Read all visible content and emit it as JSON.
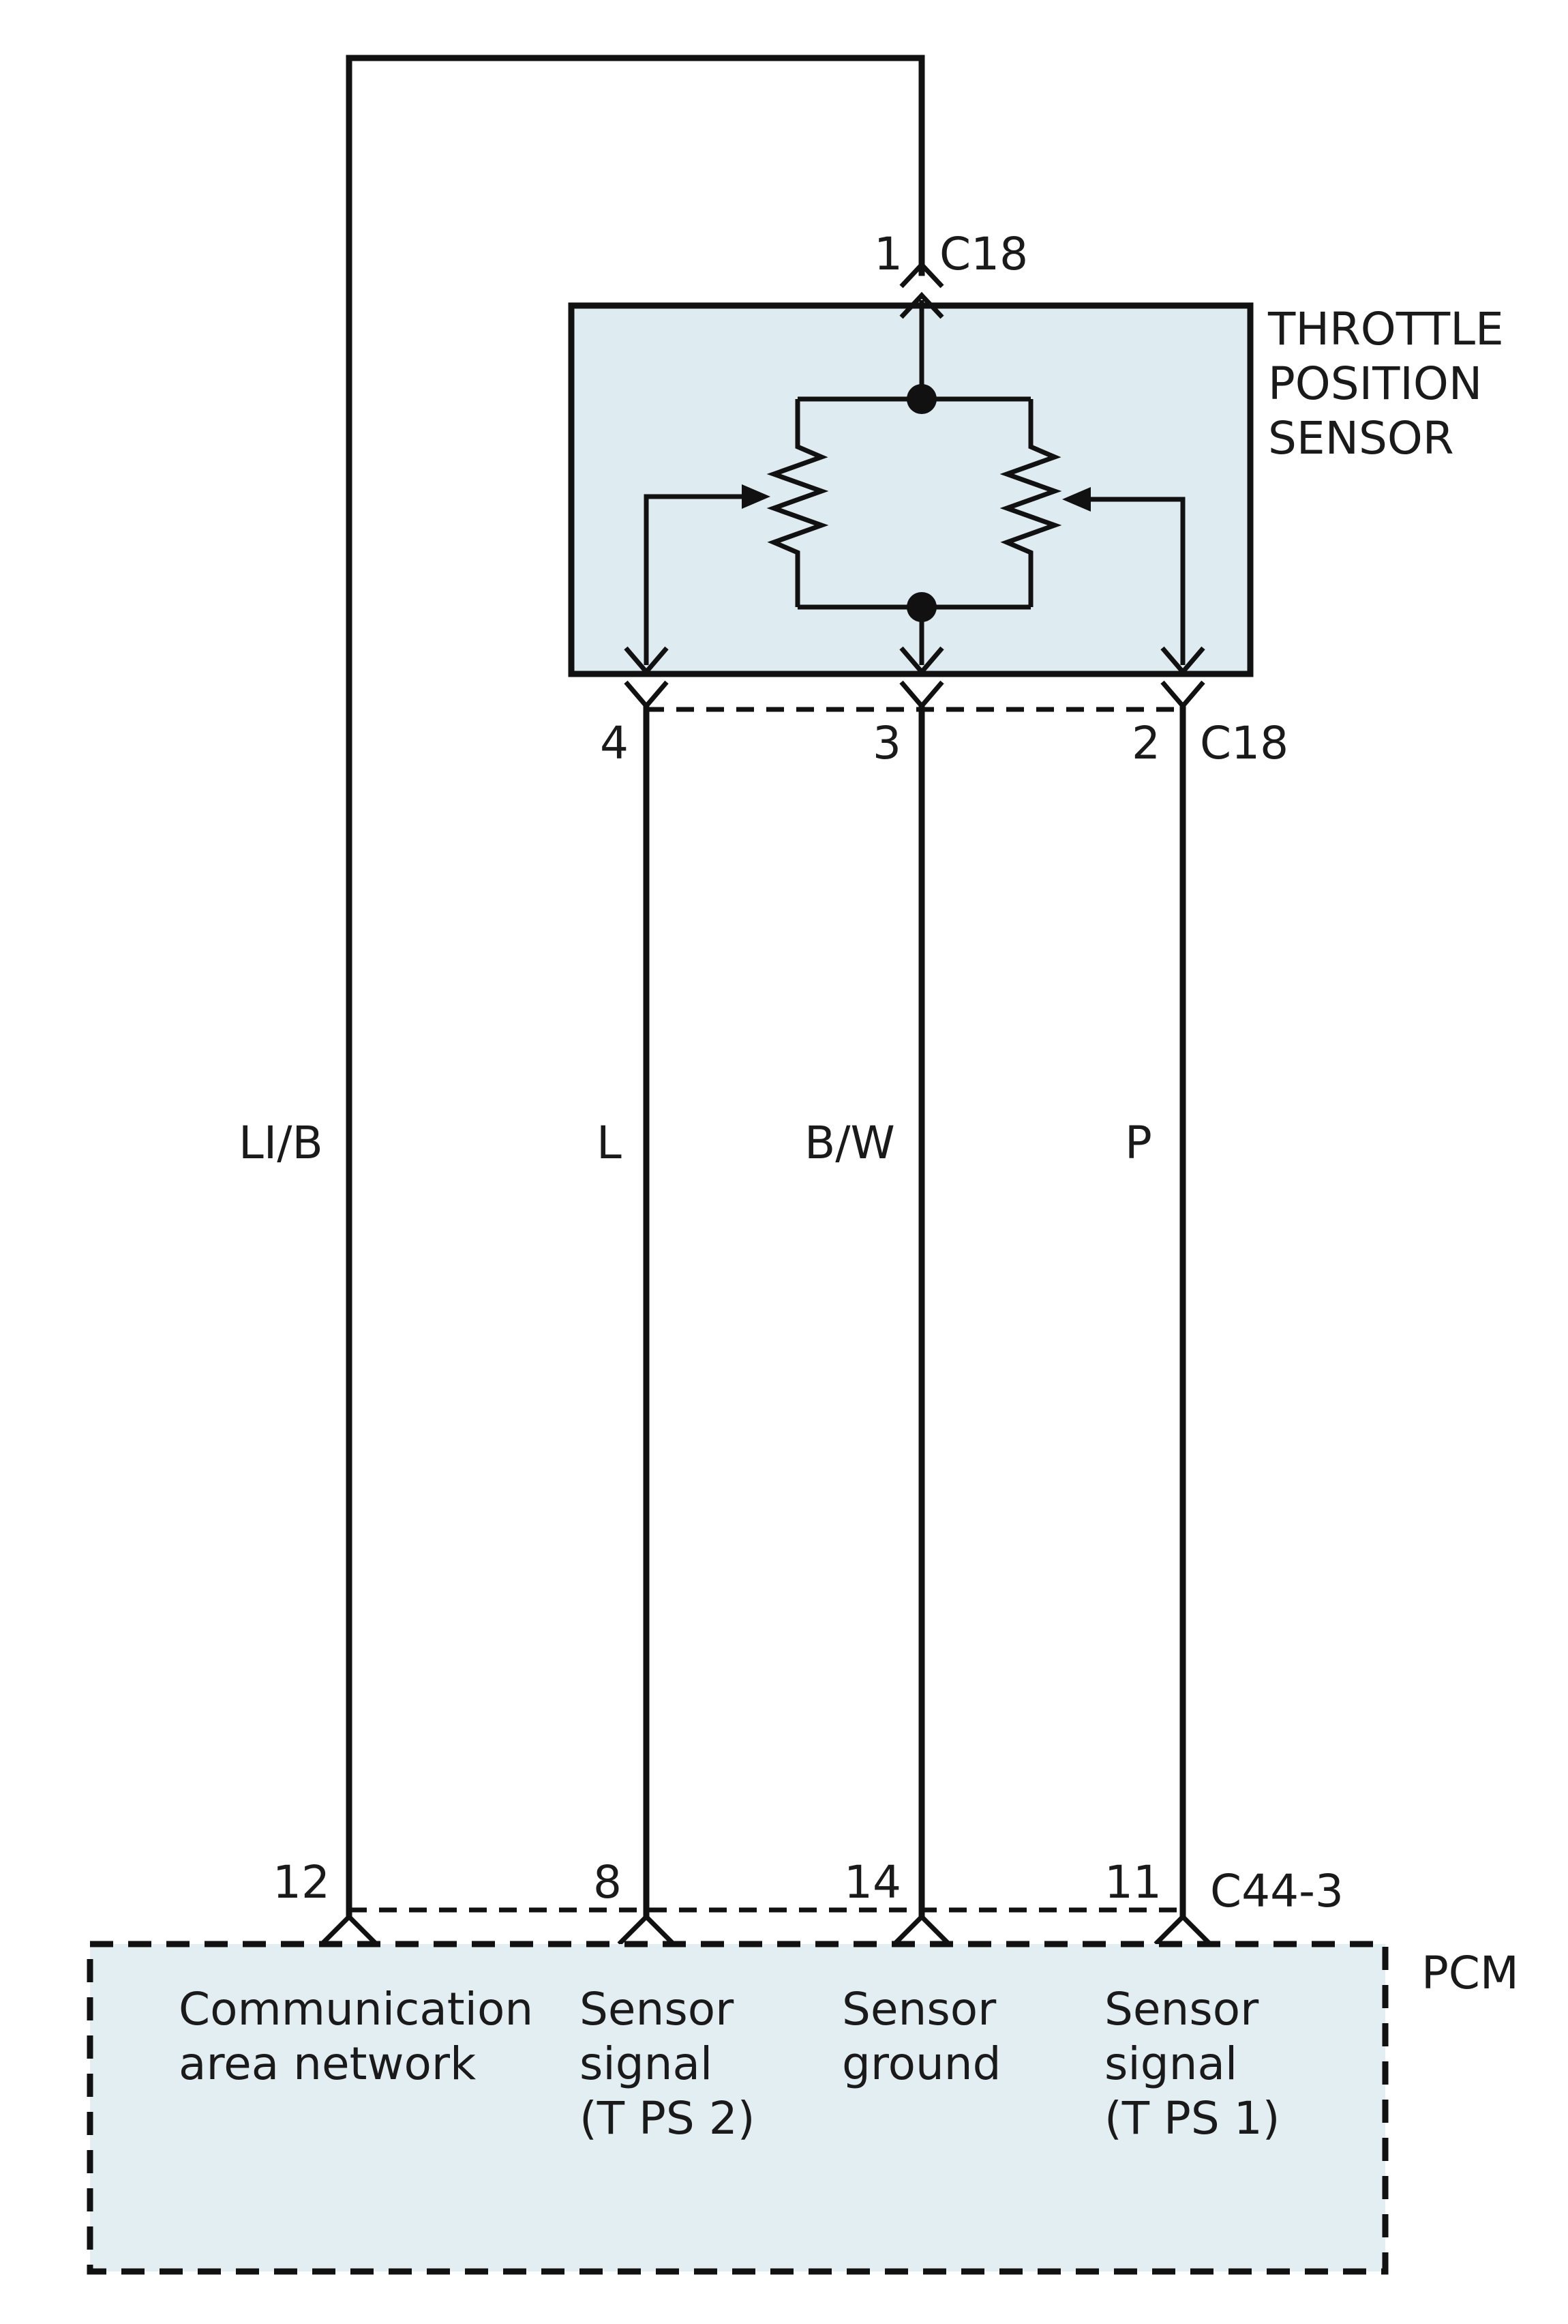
{
  "colors": {
    "wire": "#111111",
    "component_fill": "#deebf0",
    "module_fill": "#e3eef3"
  },
  "sensor": {
    "name_line1": "THROTTLE",
    "name_line2": "POSITION",
    "name_line3": "SENSOR",
    "top_connector": "C18",
    "top_pin": "1",
    "bottom_connector": "C18",
    "bottom_pins": [
      "4",
      "3",
      "2"
    ]
  },
  "wires": [
    {
      "color_code": "LI/B"
    },
    {
      "color_code": "L"
    },
    {
      "color_code": "B/W"
    },
    {
      "color_code": "P"
    }
  ],
  "pcm": {
    "name": "PCM",
    "connector": "C44-3",
    "pins": [
      "12",
      "8",
      "14",
      "11"
    ],
    "functions": [
      {
        "line1": "Communication",
        "line2": "area network",
        "line3": ""
      },
      {
        "line1": "Sensor",
        "line2": "signal",
        "line3": "(T PS 2)"
      },
      {
        "line1": "Sensor",
        "line2": "ground",
        "line3": ""
      },
      {
        "line1": "Sensor",
        "line2": "signal",
        "line3": "(T PS 1)"
      }
    ]
  }
}
